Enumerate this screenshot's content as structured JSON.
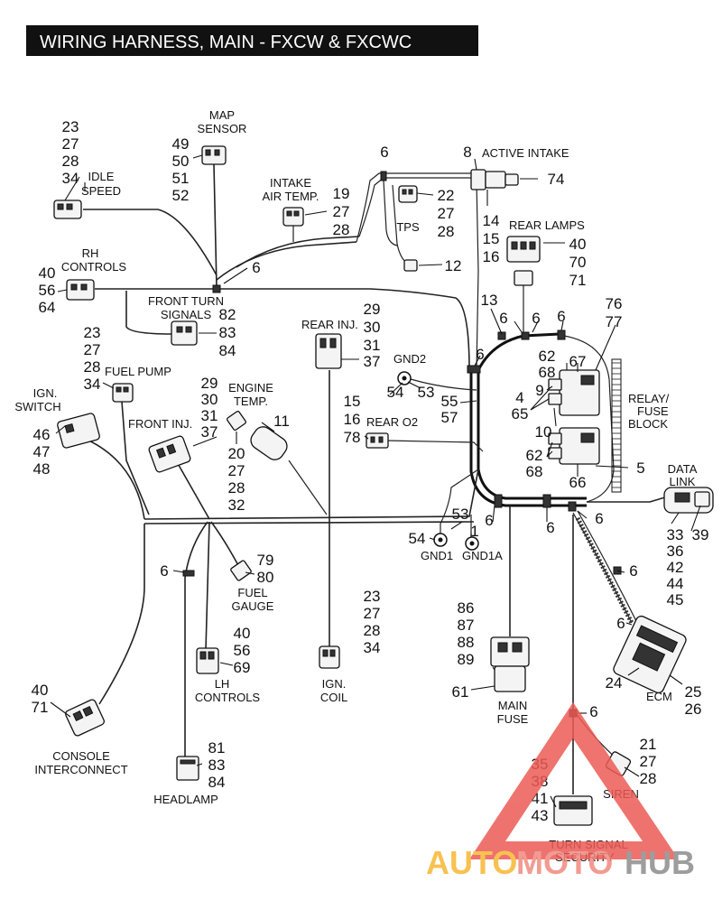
{
  "title": "WIRING HARNESS, MAIN - FXCW & FXCWC",
  "labels": {
    "map_sensor": [
      "MAP",
      "SENSOR"
    ],
    "idle_speed": [
      "IDLE",
      "SPEED"
    ],
    "intake_air_temp": [
      "INTAKE",
      "AIR TEMP."
    ],
    "tps": "TPS",
    "active_intake": "ACTIVE INTAKE",
    "rear_lamps": "REAR LAMPS",
    "rh_controls": [
      "RH",
      "CONTROLS"
    ],
    "front_turn_signals": [
      "FRONT TURN",
      "SIGNALS"
    ],
    "rear_inj": "REAR INJ.",
    "gnd2": "GND2",
    "relay_fuse_block": [
      "RELAY/",
      "FUSE",
      "BLOCK"
    ],
    "fuel_pump": "FUEL PUMP",
    "ign_switch": [
      "IGN.",
      "SWITCH"
    ],
    "engine_temp": [
      "ENGINE",
      "TEMP."
    ],
    "front_inj": "FRONT INJ.",
    "rear_o2": "REAR O2",
    "data_link": [
      "DATA",
      "LINK"
    ],
    "gnd1": "GND1",
    "gnd1a": "GND1A",
    "fuel_gauge": [
      "FUEL",
      "GAUGE"
    ],
    "lh_controls": [
      "LH",
      "CONTROLS"
    ],
    "ign_coil": [
      "IGN.",
      "COIL"
    ],
    "main_fuse": [
      "MAIN",
      "FUSE"
    ],
    "ecm": "ECM",
    "console_interconnect": [
      "CONSOLE",
      "INTERCONNECT"
    ],
    "headlamp": "HEADLAMP",
    "siren": "SIREN",
    "turn_signal_security": [
      "TURN SIGNAL",
      "SECURITY"
    ]
  },
  "callouts": {
    "idle_speed": [
      "23",
      "27",
      "28",
      "34"
    ],
    "map_sensor": [
      "49",
      "50",
      "51",
      "52"
    ],
    "intake_air_temp": [
      "19",
      "27",
      "28"
    ],
    "tps": [
      "22",
      "27",
      "28"
    ],
    "active_intake_8": "8",
    "active_intake_74": "74",
    "rear_lamps_left": [
      "14",
      "15",
      "16"
    ],
    "rear_lamps_right": [
      "40",
      "70",
      "71"
    ],
    "rh_controls": [
      "40",
      "56",
      "64"
    ],
    "front_turn_signals": [
      "82",
      "83",
      "84"
    ],
    "rear_inj": [
      "29",
      "30",
      "31",
      "37"
    ],
    "relay_76_77": [
      "76",
      "77"
    ],
    "relay_62_68": [
      "62",
      "68"
    ],
    "relay_67": "67",
    "relay_9": "9",
    "relay_4_65": [
      "4",
      "65"
    ],
    "relay_10": "10",
    "relay_lower_62_68": [
      "62",
      "68"
    ],
    "relay_66": "66",
    "relay_5": "5",
    "gnd2": [
      "54",
      "53"
    ],
    "gnd2_55_57": [
      "55",
      "57"
    ],
    "fuel_pump": [
      "23",
      "27",
      "28",
      "34"
    ],
    "ign_switch": [
      "46",
      "47",
      "48"
    ],
    "front_inj": [
      "29",
      "30",
      "31",
      "37"
    ],
    "engine_temp": [
      "20",
      "27",
      "28",
      "32"
    ],
    "engine_temp_11": "11",
    "rear_o2": [
      "15",
      "16",
      "78"
    ],
    "data_link": [
      "33",
      "36",
      "42",
      "44",
      "45"
    ],
    "data_link_39": "39",
    "gnd1": [
      "54",
      "53",
      "1"
    ],
    "fuel_gauge": [
      "79",
      "80"
    ],
    "lh_controls": [
      "40",
      "56",
      "69"
    ],
    "ign_coil": [
      "23",
      "27",
      "28",
      "34"
    ],
    "main_fuse": [
      "86",
      "87",
      "88",
      "89"
    ],
    "main_fuse_61": "61",
    "ecm_24": "24",
    "ecm_25_26": [
      "25",
      "26"
    ],
    "console_interconnect": [
      "40",
      "71"
    ],
    "headlamp": [
      "81",
      "83",
      "84"
    ],
    "siren": [
      "21",
      "27",
      "28"
    ],
    "turn_signal_security": [
      "35",
      "38",
      "41",
      "43"
    ],
    "six": "6",
    "twelve": "12",
    "thirteen": "13"
  },
  "watermark": {
    "part1": "AUTO",
    "part2": "MOTO",
    "part3": "HUB",
    "colors": {
      "auto": "#f7b733",
      "moto": "#f08a80",
      "hub": "#8c8c8c",
      "triangle": "#ec5b55"
    }
  },
  "icons": [
    "connector-icon",
    "ground-ring-icon",
    "cable-strap-icon"
  ]
}
